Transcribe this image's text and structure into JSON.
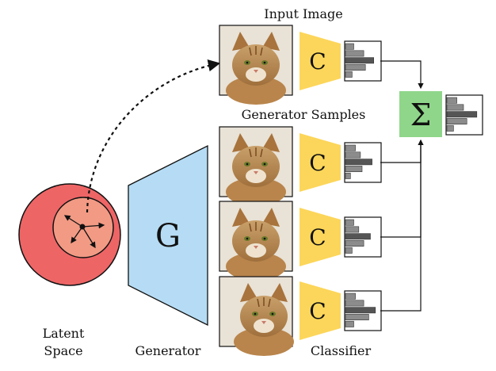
{
  "labels": {
    "input_image": "Input Image",
    "generator_samples": "Generator Samples",
    "latent_line1": "Latent",
    "latent_line2": "Space",
    "generator": "Generator",
    "classifier": "Classifier"
  },
  "symbols": {
    "generator": "G",
    "classifier": "C",
    "sum": "Σ"
  },
  "colors": {
    "latent_outer": "#ee6566",
    "latent_inner": "#f29a84",
    "generator_fill": "#b5dcf4",
    "classifier_fill": "#fcd65a",
    "sum_fill": "#8fd68a",
    "histogram_bar": "#8c8c8c",
    "histogram_bar_dark": "#555555"
  },
  "histograms": [
    {
      "name": "input",
      "bars": [
        0.25,
        0.55,
        0.85,
        0.6,
        0.2
      ]
    },
    {
      "name": "sample-1",
      "bars": [
        0.3,
        0.45,
        0.8,
        0.5,
        0.15
      ]
    },
    {
      "name": "sample-2",
      "bars": [
        0.25,
        0.4,
        0.75,
        0.55,
        0.2
      ]
    },
    {
      "name": "sample-3",
      "bars": [
        0.3,
        0.55,
        0.9,
        0.7,
        0.25
      ]
    },
    {
      "name": "sum",
      "bars": [
        0.3,
        0.5,
        0.9,
        0.6,
        0.2
      ]
    }
  ],
  "images": [
    {
      "name": "input-cat-image"
    },
    {
      "name": "generated-cat-image-1"
    },
    {
      "name": "generated-cat-image-2"
    },
    {
      "name": "generated-cat-image-3"
    }
  ]
}
